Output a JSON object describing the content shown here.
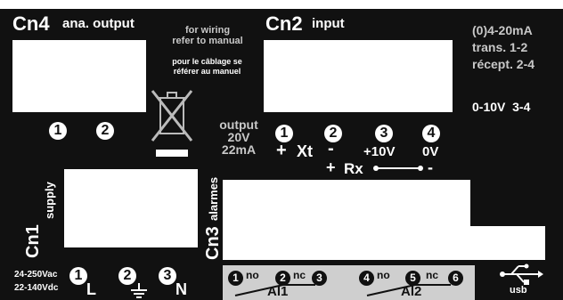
{
  "cn4": {
    "title": "Cn4",
    "subtitle": "ana. output",
    "pins": [
      "1",
      "2"
    ]
  },
  "wiring_en": [
    "for wiring",
    "refer to manual"
  ],
  "wiring_fr": [
    "pour le câblage se",
    "référer au manuel"
  ],
  "cn2": {
    "title": "Cn2",
    "subtitle": "input"
  },
  "modes": {
    "l1": "(0)4-20mA",
    "l2": "trans. 1-2",
    "l3": "récept. 2-4",
    "l4": "0-10V  3-4"
  },
  "output": {
    "l1": "output",
    "l2": "20V",
    "l3": "22mA"
  },
  "cn2_pins": {
    "p1": "1",
    "p2": "2",
    "p3": "3",
    "p4": "4",
    "xt": "Xt",
    "plus": "+",
    "minus": "-",
    "plus10": "+10V",
    "zero": "0V",
    "rx": "Rx",
    "rxplus": "+",
    "rxminus": "-"
  },
  "cn1": {
    "title": "Cn1",
    "subtitle": "supply",
    "v1": "24-250Vac",
    "v2": "22-140Vdc",
    "pins": [
      "1",
      "2",
      "3"
    ],
    "L": "L",
    "N": "N"
  },
  "cn3": {
    "title": "Cn3",
    "subtitle": "alarmes"
  },
  "alarms": {
    "no": "no",
    "nc": "nc",
    "al1": "Al1",
    "al2": "Al2",
    "pins": [
      "1",
      "2",
      "3",
      "4",
      "5",
      "6"
    ]
  },
  "usb": {
    "label": "usb"
  }
}
